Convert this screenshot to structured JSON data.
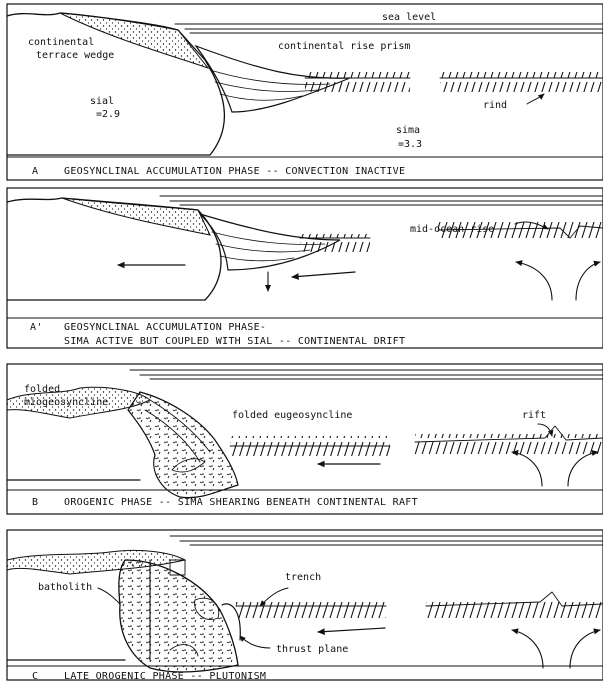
{
  "panels": [
    {
      "letter": "A",
      "caption_lines": [
        "GEOSYNCLINAL ACCUMULATION PHASE -- CONVECTION INACTIVE"
      ],
      "labels": {
        "sea_level": "sea level",
        "terrace_1": "continental",
        "terrace_2": "terrace wedge",
        "rise_prism": "continental rise prism",
        "sial_1": "sial",
        "sial_2": "=2.9",
        "rind": "rind",
        "sima_1": "sima",
        "sima_2": "=3.3"
      }
    },
    {
      "letter": "A'",
      "caption_lines": [
        "GEOSYNCLINAL ACCUMULATION PHASE-",
        "SIMA ACTIVE BUT COUPLED WITH SIAL -- CONTINENTAL DRIFT"
      ],
      "labels": {
        "mid_ocean_rise": "mid-ocean rise"
      }
    },
    {
      "letter": "B",
      "caption_lines": [
        "OROGENIC PHASE -- SIMA SHEARING BENEATH CONTINENTAL RAFT"
      ],
      "labels": {
        "folded_1": "folded",
        "folded_2": "miogeosyncline",
        "eugeo": "folded eugeosyncline",
        "rift": "rift"
      }
    },
    {
      "letter": "C",
      "caption_lines": [
        "LATE OROGENIC PHASE -- PLUTONISM"
      ],
      "labels": {
        "batholith": "batholith",
        "trench": "trench",
        "thrust": "thrust plane"
      }
    }
  ]
}
